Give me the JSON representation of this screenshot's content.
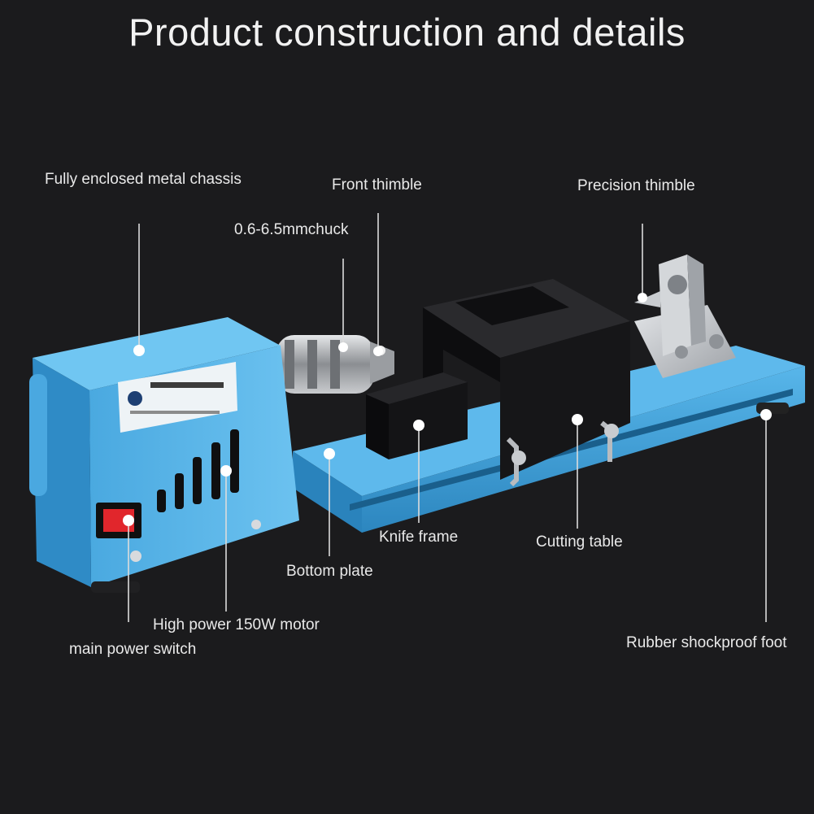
{
  "title": "Product construction and details",
  "labels": {
    "chassis": "Fully enclosed metal chassis",
    "front_thimble": "Front thimble",
    "chuck": "0.6-6.5mmchuck",
    "precision_thimble": "Precision thimble",
    "knife_frame": "Knife frame",
    "cutting_table": "Cutting table",
    "bottom_plate": "Bottom plate",
    "motor": "High power 150W motor",
    "power_switch": "main power switch",
    "rubber_foot": "Rubber shockproof foot"
  },
  "colors": {
    "background": "#1b1b1d",
    "body_blue": "#3aa0dc",
    "body_blue_dark": "#2679ad",
    "black_part": "#151517",
    "silver": "#b9bcc0",
    "switch_red": "#e1262c",
    "leader_line": "#dcdcdc"
  }
}
